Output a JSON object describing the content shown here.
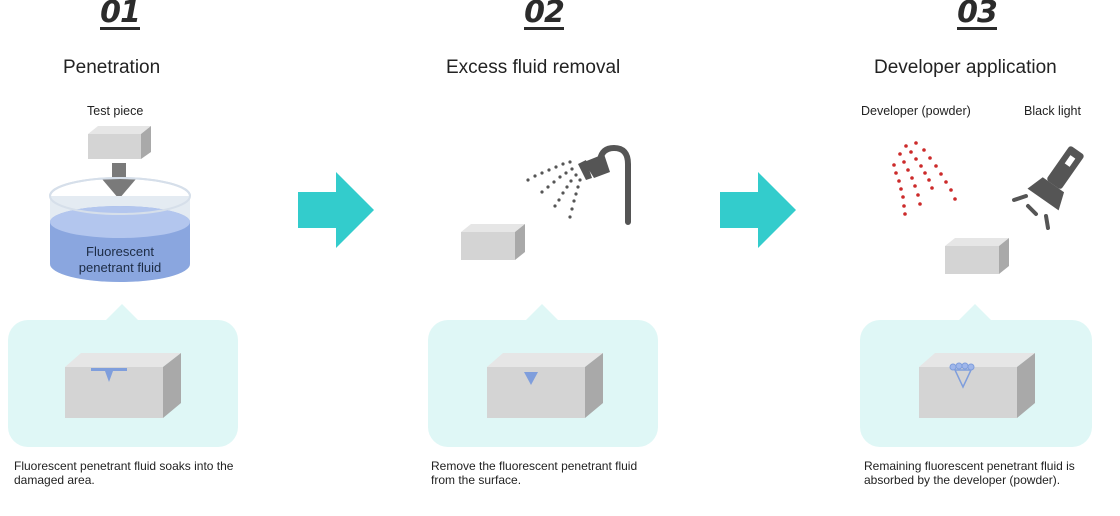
{
  "steps": [
    {
      "number": "01",
      "title": "Penetration",
      "test_piece_label": "Test piece",
      "fluid_label": "Fluorescent\npenetrant fluid",
      "caption": "Fluorescent penetrant fluid soaks into the damaged area."
    },
    {
      "number": "02",
      "title": "Excess fluid removal",
      "caption": "Remove the fluorescent penetrant fluid from the surface."
    },
    {
      "number": "03",
      "title": "Developer application",
      "developer_label": "Developer (powder)",
      "black_light_label": "Black light",
      "caption": "Remaining fluorescent penetrant fluid is absorbed by the developer (powder)."
    }
  ],
  "colors": {
    "arrow": "#33cccc",
    "detail_box": "#dff7f6",
    "block_face": "#d4d4d4",
    "block_top": "#e6e6e6",
    "block_side": "#a9a9a9",
    "penetrant": "#7f9edc",
    "developer_dots": "#cc2a2a",
    "tool": "#555555"
  },
  "icons": [
    "down-arrow-icon",
    "shower-icon",
    "flashlight-icon",
    "right-arrow-icon"
  ]
}
